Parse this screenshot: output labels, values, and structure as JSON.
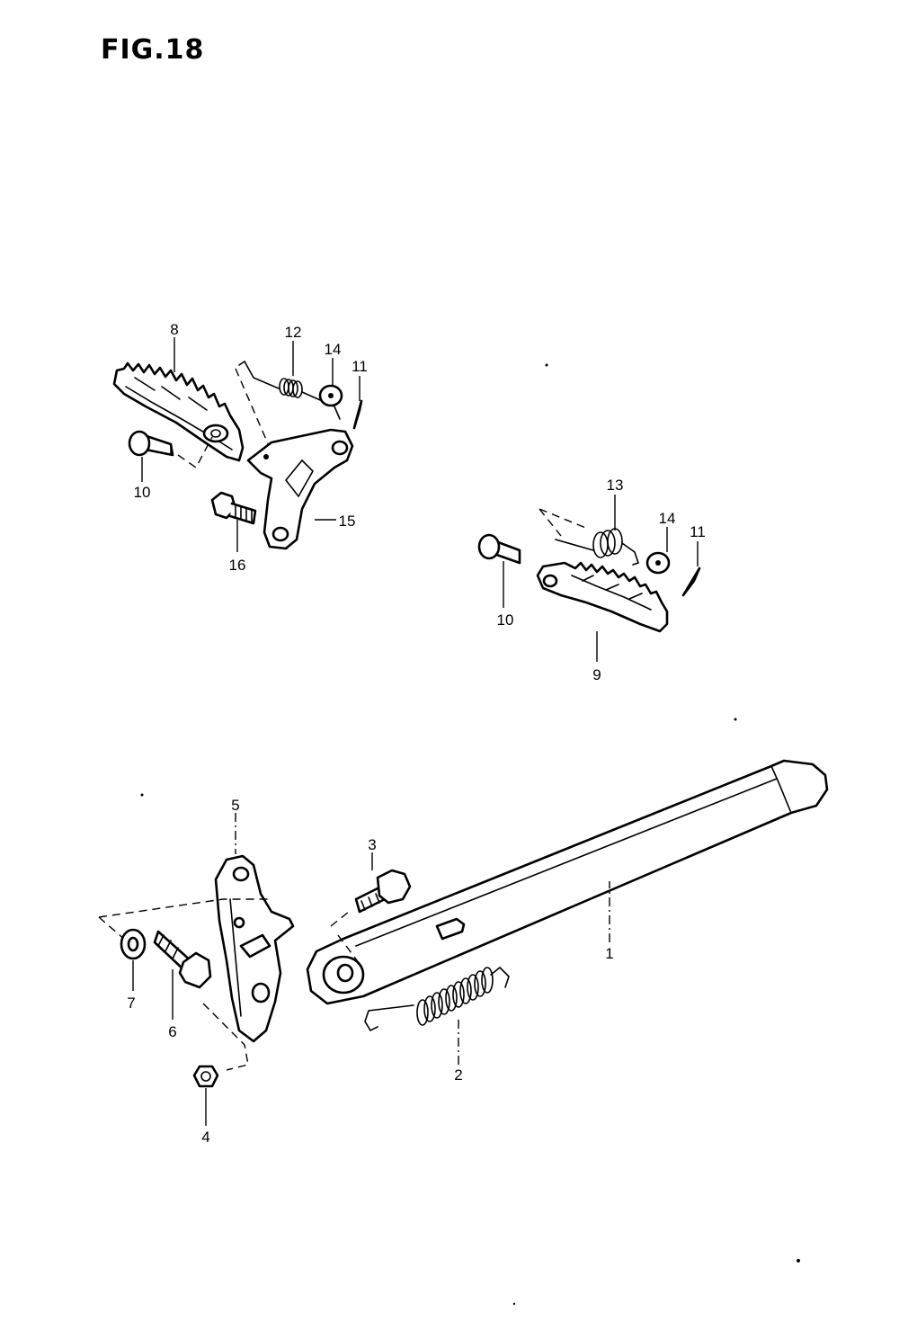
{
  "figure": {
    "title": "FIG.18"
  },
  "callouts": {
    "c1": "1",
    "c2": "2",
    "c3": "3",
    "c4": "4",
    "c5": "5",
    "c6": "6",
    "c7": "7",
    "c8": "8",
    "c9": "9",
    "c10a": "10",
    "c10b": "10",
    "c11a": "11",
    "c11b": "11",
    "c12": "12",
    "c13": "13",
    "c14a": "14",
    "c14b": "14",
    "c15": "15",
    "c16": "16"
  }
}
